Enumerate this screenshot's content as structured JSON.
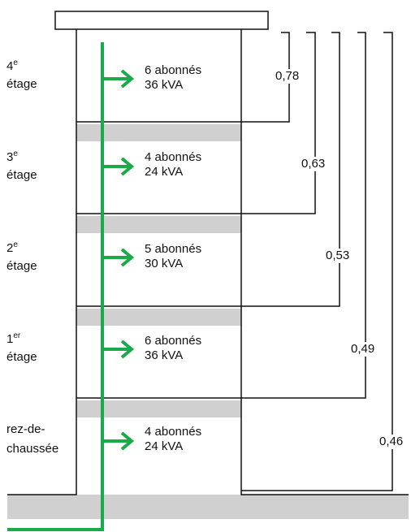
{
  "floors": [
    {
      "id": "4",
      "label_num": "4",
      "label_sup": "e",
      "label_word": "étage",
      "subscribers": "6 abonnés",
      "power": "36 kVA",
      "coefficient": "0,78"
    },
    {
      "id": "3",
      "label_num": "3",
      "label_sup": "e",
      "label_word": "étage",
      "subscribers": "4 abonnés",
      "power": "24 kVA",
      "coefficient": "0,63"
    },
    {
      "id": "2",
      "label_num": "2",
      "label_sup": "e",
      "label_word": "étage",
      "subscribers": "5 abonnés",
      "power": "30 kVA",
      "coefficient": "0,53"
    },
    {
      "id": "1",
      "label_num": "1",
      "label_sup": "er",
      "label_word": "étage",
      "subscribers": "6 abonnés",
      "power": "36 kVA",
      "coefficient": "0,49"
    },
    {
      "id": "0",
      "label_line1": "rez-de-",
      "label_line2": "chaussée",
      "subscribers": "4 abonnés",
      "power": "24 kVA",
      "coefficient": "0,46"
    }
  ],
  "colors": {
    "riser": "#1aaa4a",
    "slab": "#d0d0d0",
    "line": "#111111"
  }
}
